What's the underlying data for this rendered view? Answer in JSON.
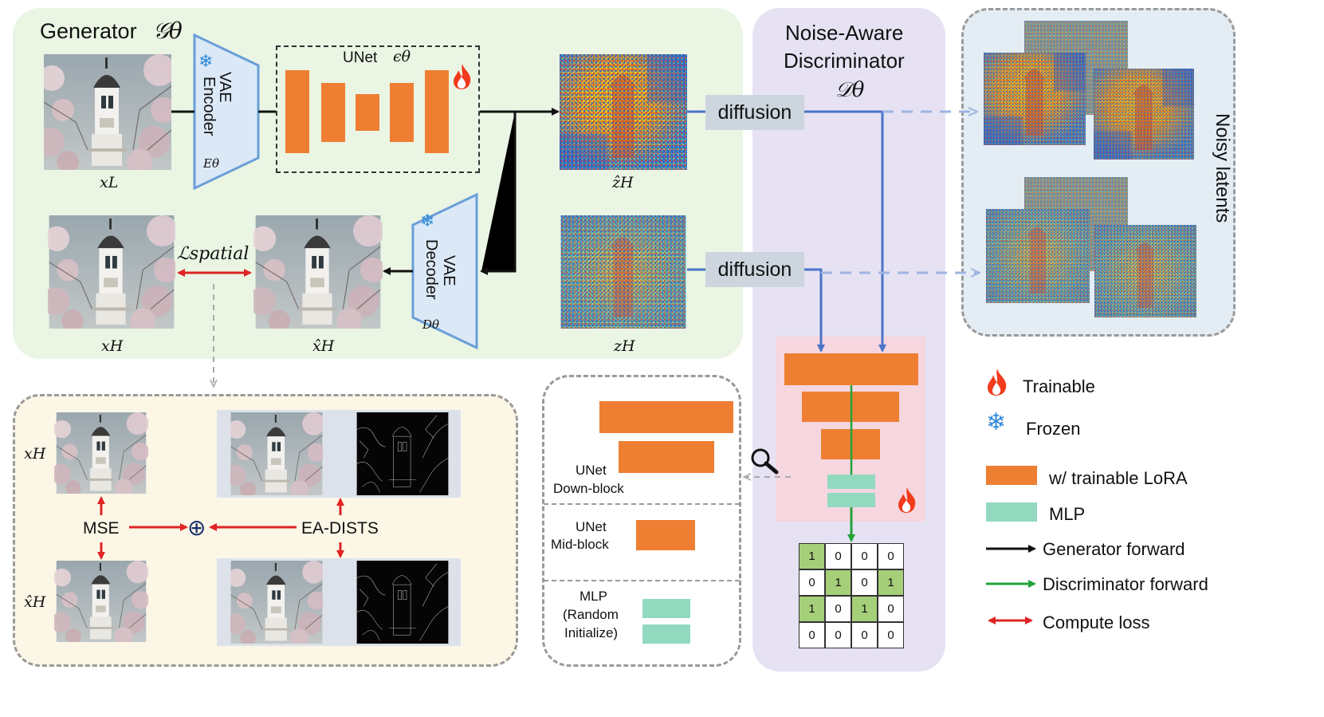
{
  "generator": {
    "title": "Generator",
    "symbol": "𝒢θ",
    "vae_encoder": {
      "line1": "VAE",
      "line2": "Encoder",
      "symbol": "Eθ"
    },
    "vae_decoder": {
      "line1": "VAE",
      "line2": "Decoder",
      "symbol": "Dθ"
    },
    "unet": {
      "label": "UNet",
      "symbol": "ϵθ"
    },
    "x_low_label": "xL",
    "x_high_label": "xH",
    "x_high_hat_label": "x̂H",
    "z_hat_label": "ẑH",
    "z_label": "zH",
    "spatial_loss": "ℒspatial"
  },
  "discriminator": {
    "title_line1": "Noise-Aware",
    "title_line2": "Discriminator",
    "symbol": "𝒟θ",
    "diffusion_top": "diffusion",
    "diffusion_bottom": "diffusion",
    "output_grid": [
      [
        "1",
        "0",
        "0",
        "0"
      ],
      [
        "0",
        "1",
        "0",
        "1"
      ],
      [
        "1",
        "0",
        "1",
        "0"
      ],
      [
        "0",
        "0",
        "0",
        "0"
      ]
    ],
    "highlight": [
      [
        true,
        false,
        false,
        false
      ],
      [
        false,
        true,
        false,
        true
      ],
      [
        true,
        false,
        true,
        false
      ],
      [
        false,
        false,
        false,
        false
      ]
    ]
  },
  "noisy_latents": {
    "label": "Noisy latents"
  },
  "loss_panel": {
    "x_high_label": "xH",
    "x_high_hat_label": "x̂H",
    "mse": "MSE",
    "ea_dists": "EA-DISTS",
    "plus": "⊕"
  },
  "unet_detail": {
    "down_line1": "UNet",
    "down_line2": "Down-block",
    "mid_line1": "UNet",
    "mid_line2": "Mid-block",
    "mlp_line1": "MLP",
    "mlp_line2": "(Random",
    "mlp_line3": "Initialize)"
  },
  "legend": {
    "trainable": "Trainable",
    "frozen": "Frozen",
    "lora": "w/ trainable LoRA",
    "mlp": "MLP",
    "generator_forward": "Generator forward",
    "discriminator_forward": "Discriminator forward",
    "compute_loss": "Compute loss"
  },
  "colors": {
    "orange": "#ee7f32",
    "mlp": "#92d9c0",
    "generator_bg": "#eaf5e4",
    "discriminator_bg": "#e6e2f3",
    "noisy_bg": "#e4edf4",
    "loss_bg": "#fcf6e6",
    "blue_arrow": "#4a74c8",
    "green_arrow": "#22a33a",
    "red_arrow": "#e02424",
    "grid_highlight": "#a6cf7a",
    "vae_fill": "#dbe9f7",
    "vae_stroke": "#6a9fd8"
  }
}
